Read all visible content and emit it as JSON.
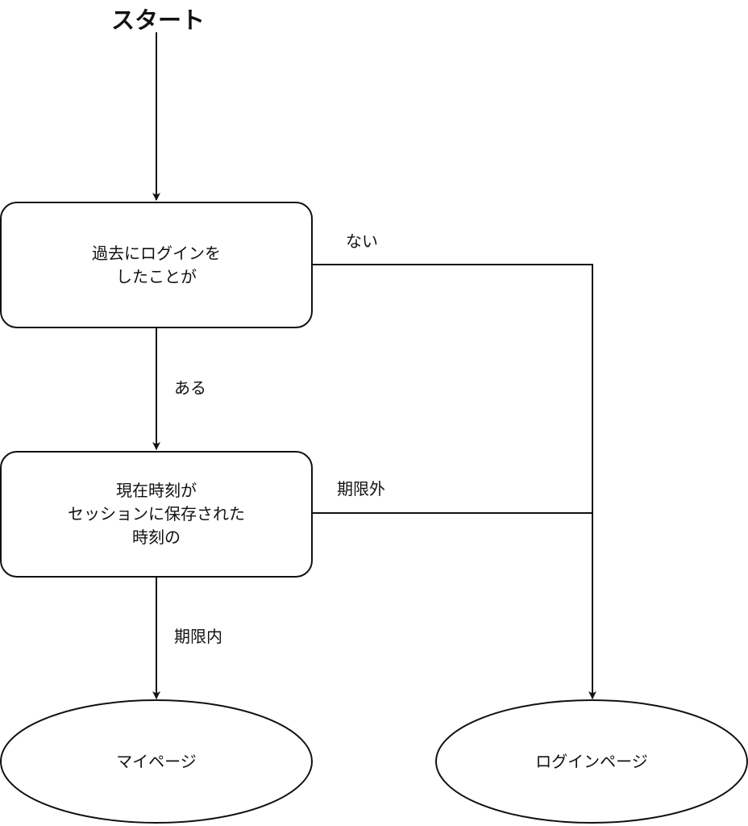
{
  "diagram": {
    "start": "スタート",
    "nodes": {
      "logged_in_before": {
        "lines": [
          "過去にログインを",
          "したことが"
        ]
      },
      "within_expiry": {
        "lines": [
          "現在時刻が",
          "セッションに保存された",
          "時刻の"
        ]
      },
      "my_page": {
        "label": "マイページ"
      },
      "login_page": {
        "label": "ログインページ"
      }
    },
    "edges": {
      "yes": "ある",
      "no": "ない",
      "within": "期限内",
      "outside": "期限外"
    },
    "colors": {
      "stroke": "#111111",
      "fill": "#ffffff"
    }
  }
}
